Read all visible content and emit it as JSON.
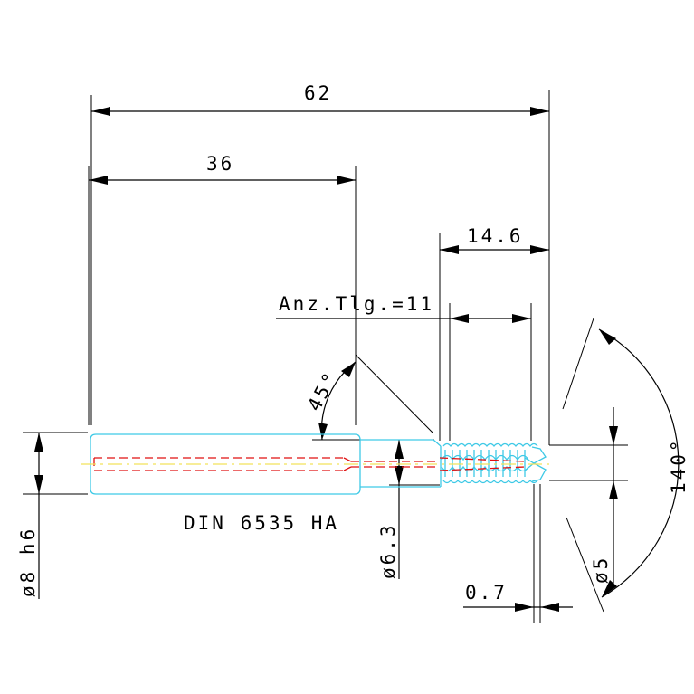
{
  "dimensions": {
    "overall_length": "62",
    "shank_length": "36",
    "thread_length": "14.6",
    "teeth_count": "Anz.Tlg.=11",
    "chamfer_angle": "45°",
    "point_angle": "140°",
    "shank_diameter": "ø8 h6",
    "neck_diameter": "ø6.3",
    "tip_diameter": "ø5",
    "tip_offset": "0.7"
  },
  "standard": "DIN 6535 HA",
  "colors": {
    "outline": "#3ec9e6",
    "hidden_lines": "#e01010",
    "centerline": "#f2e25a",
    "dimension_lines": "#000000"
  }
}
